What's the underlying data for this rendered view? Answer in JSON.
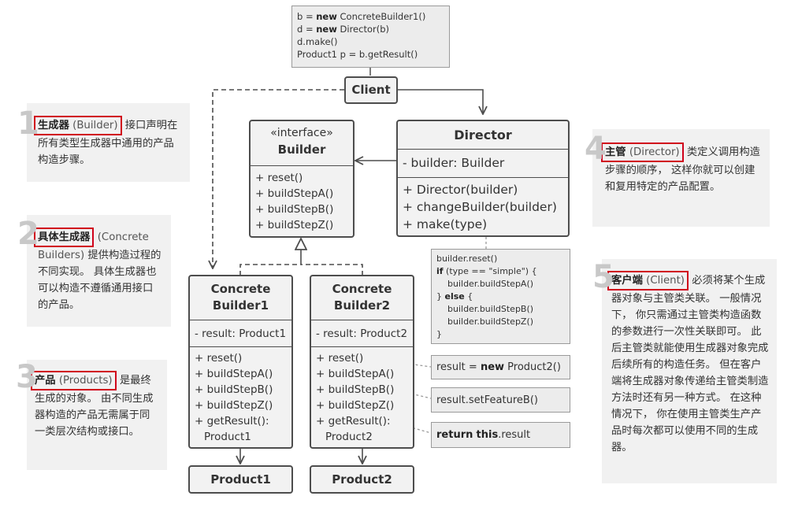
{
  "code_top": {
    "l1_a": "b = ",
    "l1_kw": "new",
    "l1_b": " ConcreteBuilder1()",
    "l2_a": "d = ",
    "l2_kw": "new",
    "l2_b": " Director(b)",
    "l3": "d.make()",
    "l4": "Product1 p = b.getResult()"
  },
  "client": {
    "title": "Client"
  },
  "builder": {
    "stereotype": "«interface»",
    "title": "Builder",
    "methods": [
      "+ reset()",
      "+ buildStepA()",
      "+ buildStepB()",
      "+ buildStepZ()"
    ]
  },
  "director": {
    "title": "Director",
    "field": "- builder: Builder",
    "methods": [
      "+ Director(builder)",
      "+ changeBuilder(builder)",
      "+ make(type)"
    ]
  },
  "make_code": {
    "l1": "builder.reset()",
    "l2_kw": "if",
    "l2_b": " (type == \"simple\") {",
    "l3": "builder.buildStepA()",
    "l4_a": "} ",
    "l4_kw": "else",
    "l4_b": " {",
    "l5": "builder.buildStepB()",
    "l6": "builder.buildStepZ()",
    "l7": "}"
  },
  "cb1": {
    "title_l1": "Concrete",
    "title_l2": "Builder1",
    "field": "- result: Product1",
    "methods": [
      "+ reset()",
      "+ buildStepA()",
      "+ buildStepB()",
      "+ buildStepZ()",
      "+ getResult():",
      "Product1"
    ]
  },
  "cb2": {
    "title_l1": "Concrete",
    "title_l2": "Builder2",
    "field": "- result: Product2",
    "methods": [
      "+ reset()",
      "+ buildStepA()",
      "+ buildStepB()",
      "+ buildStepZ()",
      "+ getResult():",
      "Product2"
    ]
  },
  "snip_reset": {
    "a": "result = ",
    "kw": "new",
    "b": " Product2()"
  },
  "snip_featureB": {
    "text": "result.setFeatureB()"
  },
  "snip_return": {
    "kw1": "return",
    "kw2": "this",
    "b": ".result"
  },
  "product1": {
    "title": "Product1"
  },
  "product2": {
    "title": "Product2"
  },
  "notes": [
    {
      "num": "1",
      "term": "生成器",
      "en": "(Builder)",
      "text": "接口声明在所有类型生成器中通用的产品构造步骤。"
    },
    {
      "num": "2",
      "term": "具体生成器",
      "en": "(Concrete Builders)",
      "text": "提供构造过程的不同实现。 具体生成器也可以构造不遵循通用接口的产品。"
    },
    {
      "num": "3",
      "term": "产品",
      "en": "(Products)",
      "text": "是最终生成的对象。 由不同生成器构造的产品无需属于同一类层次结构或接口。"
    },
    {
      "num": "4",
      "term": "主管",
      "en": "(Director)",
      "text": "类定义调用构造步骤的顺序， 这样你就可以创建和复用特定的产品配置。"
    },
    {
      "num": "5",
      "term": "客户端",
      "en": "(Client)",
      "text": "必须将某个生成器对象与主管类关联。 一般情况下， 你只需通过主管类构造函数的参数进行一次性关联即可。 此后主管类就能使用生成器对象完成后续所有的构造任务。 但在客户端将生成器对象传递给主管类制造方法时还有另一种方式。 在这种情况下， 你在使用主管类生产产品时每次都可以使用不同的生成器。"
    }
  ],
  "colors": {
    "highlight": "#d0021b",
    "box_fill": "#f2f2f2",
    "stroke": "#4d4d4d"
  }
}
